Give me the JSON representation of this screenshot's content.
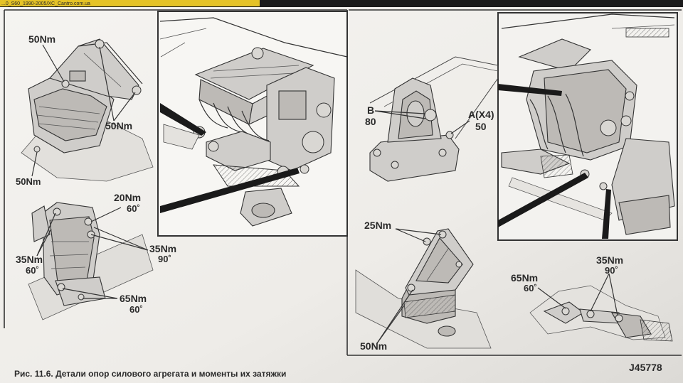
{
  "header_url": "...0_S60_1990-2005/XC_Cantro.com.ua",
  "caption": "Рис. 11.6. Детали опор силового агрегата и моменты их затяжки",
  "figure_code": "J45778",
  "labels": {
    "rear_top": "50Nm",
    "rear_right": "50Nm",
    "rear_bottom": "50Nm",
    "front_top_nm": "20Nm",
    "front_top_deg": "60˚",
    "front_right_nm": "35Nm",
    "front_right_deg": "90˚",
    "front_left_nm": "35Nm",
    "front_left_deg": "60˚",
    "front_bottom_nm": "65Nm",
    "front_bottom_deg": "60˚",
    "mount_b_letter": "B",
    "mount_b_value": "80",
    "mount_a_letter": "A(X4)",
    "mount_a_value": "50",
    "bracket_top": "25Nm",
    "bracket_bottom": "50Nm",
    "link_left_nm": "65Nm",
    "link_left_deg": "60˚",
    "link_right_nm": "35Nm",
    "link_right_deg": "90˚"
  },
  "colors": {
    "page": "#f3f2ef",
    "ink": "#2a2a2a",
    "header_bar": "#e5c327",
    "background": "#9d9a97"
  }
}
